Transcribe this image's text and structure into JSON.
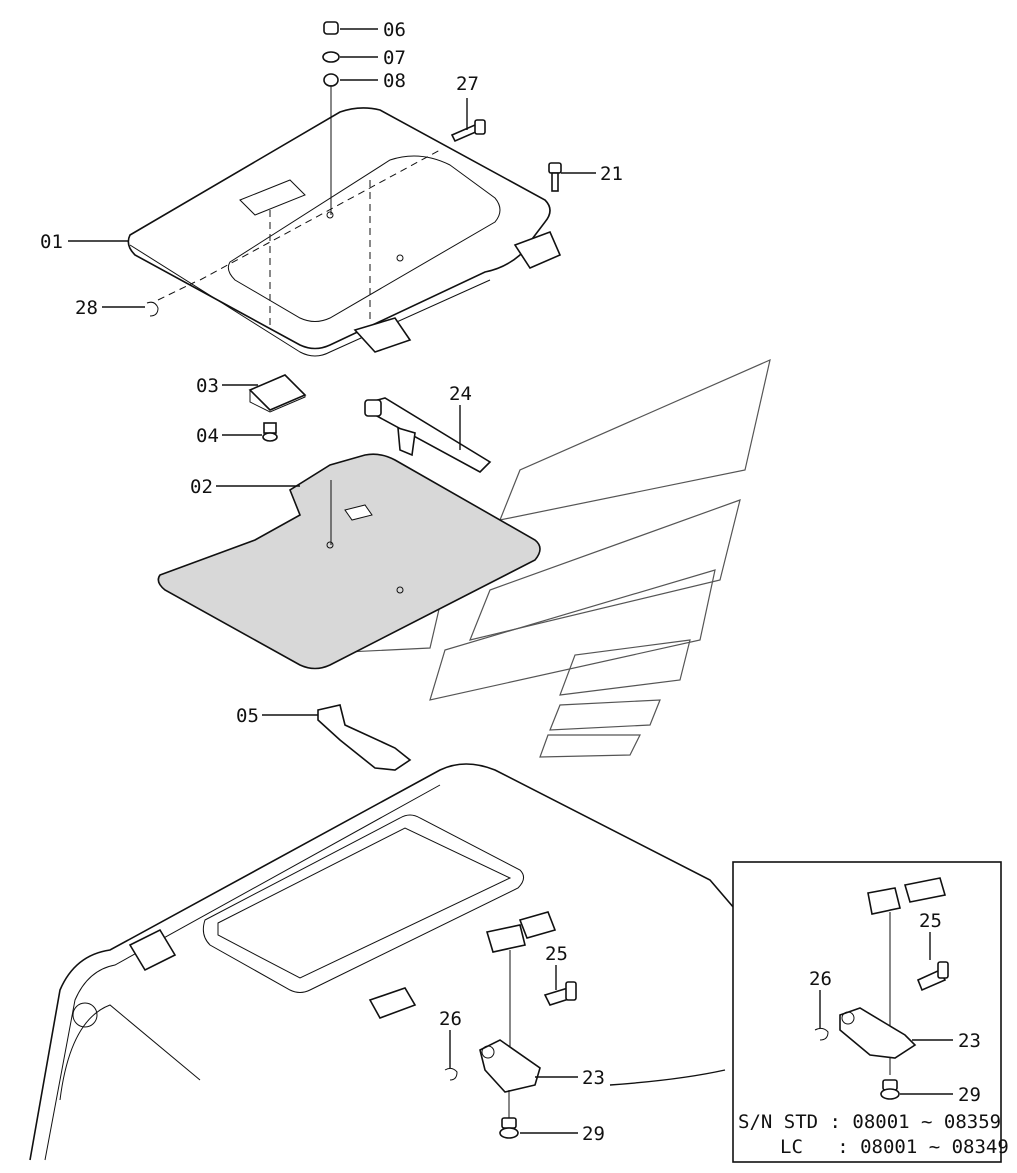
{
  "callouts": {
    "c01": "01",
    "c02": "02",
    "c03": "03",
    "c04": "04",
    "c05": "05",
    "c06": "06",
    "c07": "07",
    "c08": "08",
    "c21": "21",
    "c23": "23",
    "c24": "24",
    "c25": "25",
    "c26": "26",
    "c27": "27",
    "c28": "28",
    "c29": "29"
  },
  "inset": {
    "c23": "23",
    "c25": "25",
    "c26": "26",
    "c29": "29",
    "serial_line1": "S/N STD : 08001 ~ 08359",
    "serial_line2": "LC   : 08001 ~ 08349"
  }
}
